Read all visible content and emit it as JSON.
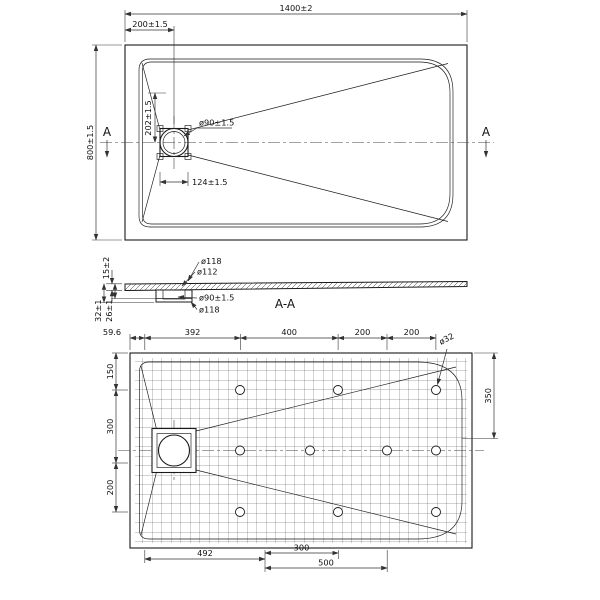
{
  "meta": {
    "description": "Technical drawing of a rectangular shower tray: top view, section A-A, bottom (rib) view",
    "line_color": "#1a1a1a",
    "background": "#ffffff"
  },
  "drawing": {
    "top": {
      "width": "1400±2",
      "drain_x": "200±1.5",
      "height": "800±1.5",
      "drain_y": "202±1.5",
      "drain_dia": "ø90±1.5",
      "flange_w": "124±1.5",
      "section_a_left": "A",
      "section_a_right": "A"
    },
    "section": {
      "rim_h": "15±2",
      "dia118_top": "ø118",
      "dia112": "ø112",
      "h32": "32±1",
      "h26": "26±1",
      "dia90": "ø90±1.5",
      "dia118_bottom": "ø118",
      "label": "A-A"
    },
    "bottom": {
      "c1": "59.6",
      "c2": "392",
      "c3": "400",
      "c4": "200",
      "c5": "200",
      "hole": "ø32",
      "l1": "150",
      "l2": "300",
      "l3": "200",
      "r1": "350",
      "b1": "492",
      "b2": "300",
      "b3": "500"
    }
  }
}
